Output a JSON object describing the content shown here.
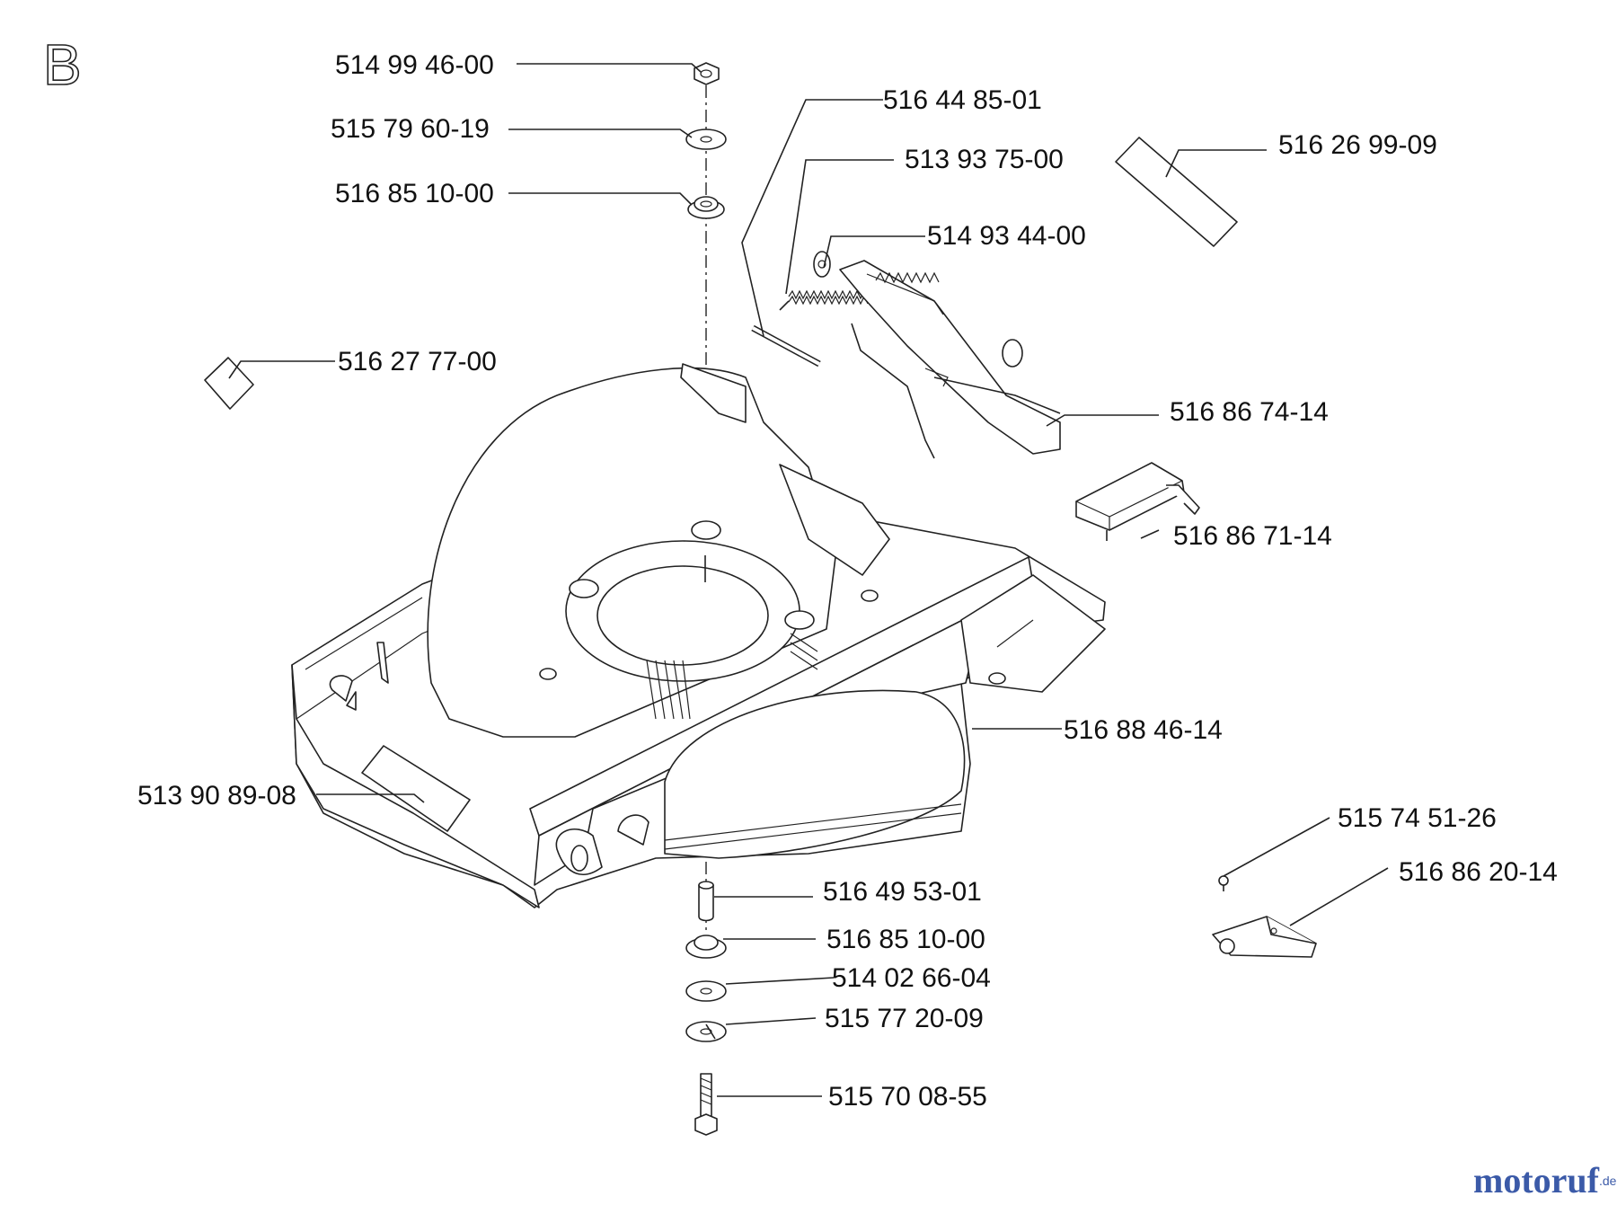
{
  "diagram": {
    "section_letter": "B",
    "part_numbers": {
      "p_514_99_46_00": "514 99 46-00",
      "p_515_79_60_19": "515 79 60-19",
      "p_516_85_10_00_top": "516 85 10-00",
      "p_516_27_77_00": "516 27 77-00",
      "p_516_44_85_01": "516 44 85-01",
      "p_513_93_75_00": "513 93 75-00",
      "p_514_93_44_00": "514 93 44-00",
      "p_516_26_99_09": "516 26 99-09",
      "p_516_86_74_14": "516 86 74-14",
      "p_516_86_71_14": "516 86 71-14",
      "p_516_88_46_14": "516 88 46-14",
      "p_513_90_89_08": "513 90 89-08",
      "p_515_74_51_26": "515 74 51-26",
      "p_516_86_20_14": "516 86 20-14",
      "p_516_49_53_01": "516 49 53-01",
      "p_516_85_10_00_bottom": "516 85 10-00",
      "p_514_02_66_04": "514 02 66-04",
      "p_515_77_20_09": "515 77 20-09",
      "p_515_70_08_55": "515 70 08-55"
    }
  },
  "watermark": {
    "brand_main": "motoruf",
    "brand_accent": "",
    "brand_suffix": ".de"
  }
}
